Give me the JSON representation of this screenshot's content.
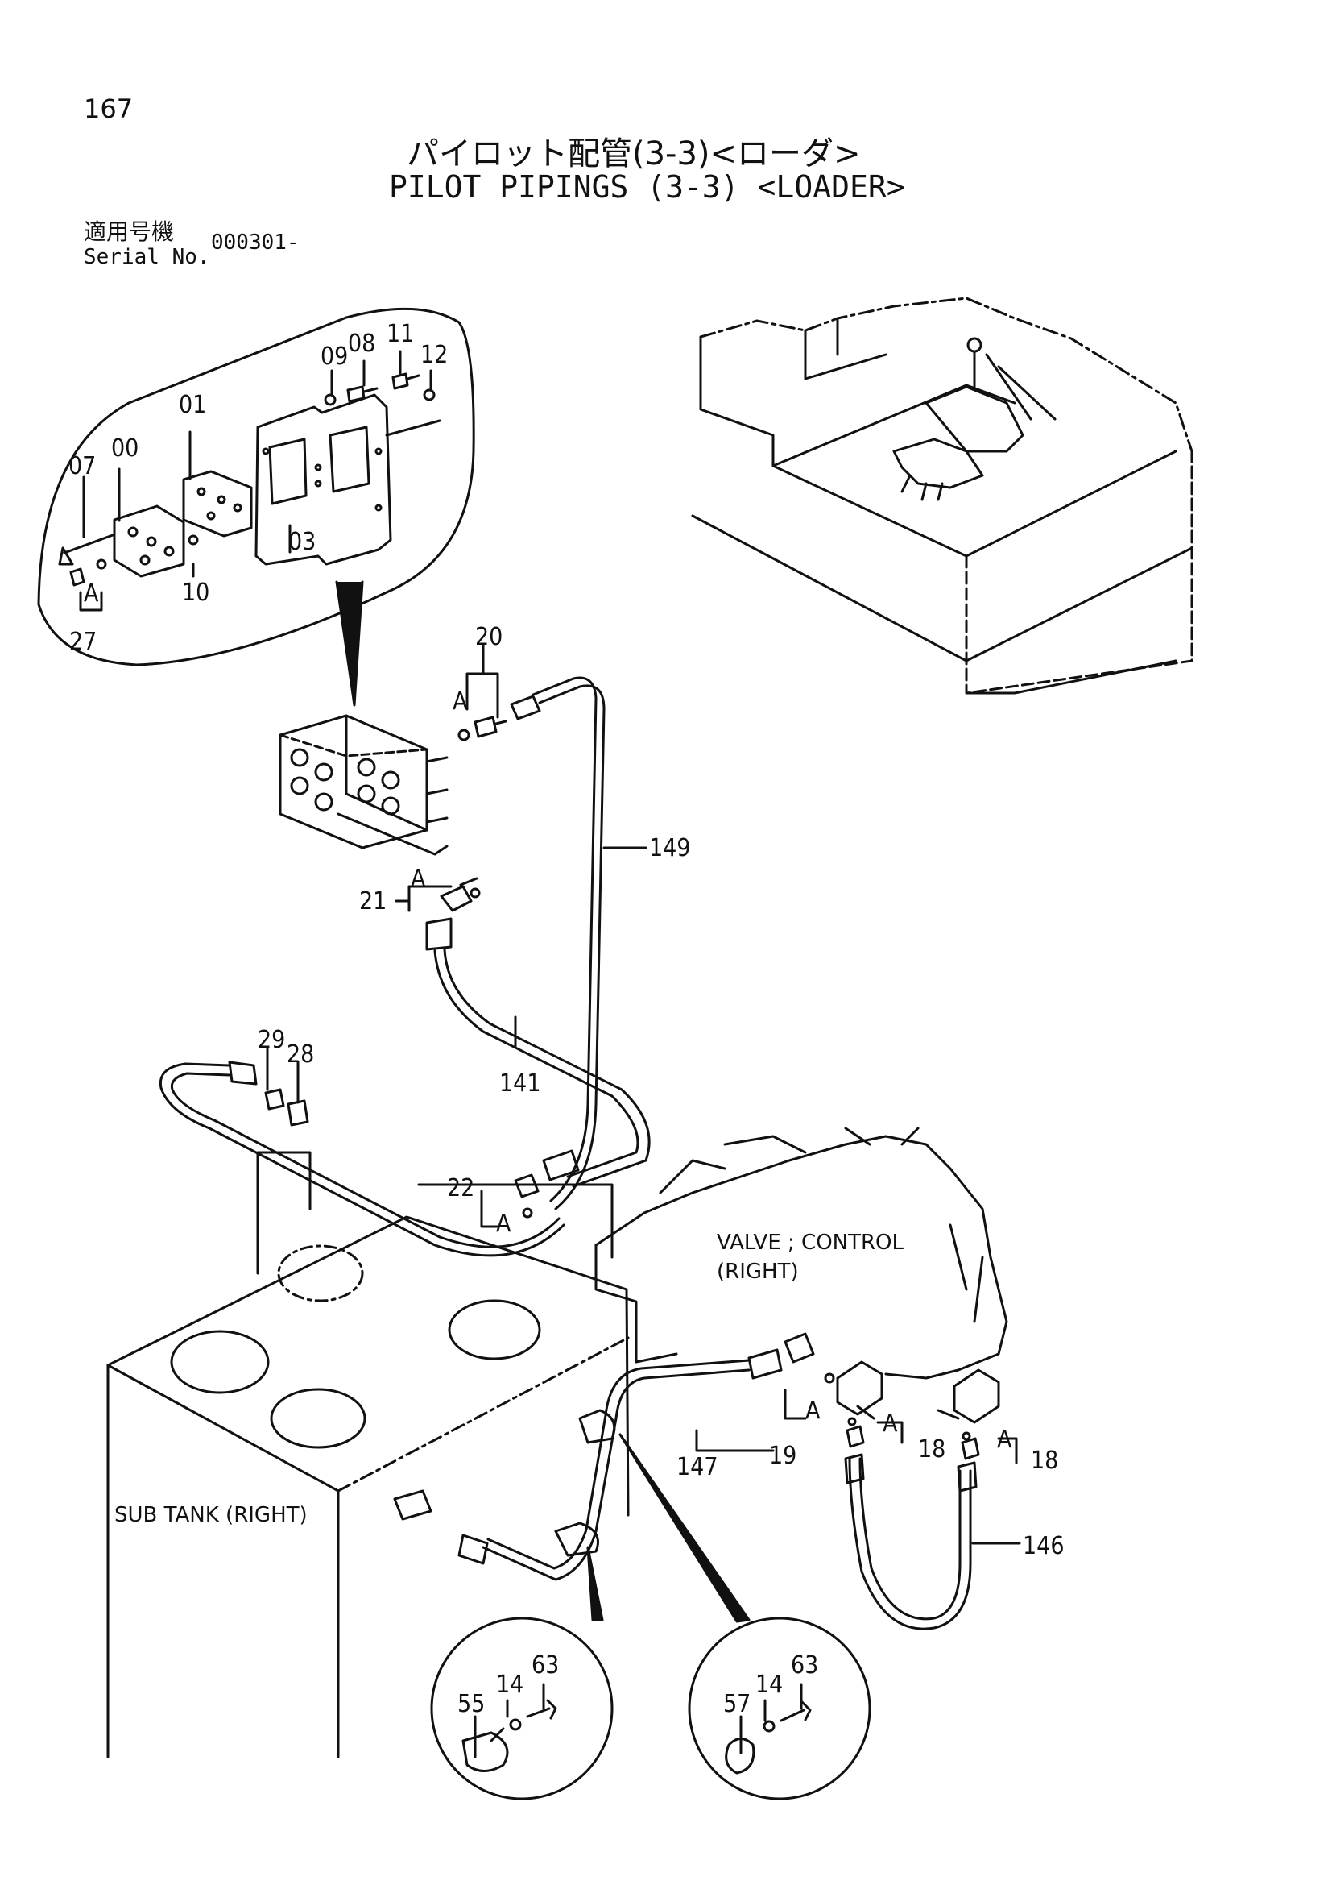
{
  "header": {
    "page_number": "167",
    "title_jp": "パイロット配管(3-3)<ローダ>",
    "title_en": "PILOT PIPINGS (3-3) <LOADER>",
    "serial_label_jp": "適用号機",
    "serial_label_en": "Serial No.",
    "serial_value": "000301-"
  },
  "labels": {
    "valve": "VALVE ; CONTROL",
    "valve_side": "(RIGHT)",
    "tank": "SUB TANK (RIGHT)"
  },
  "parts": {
    "p00": "00",
    "p01": "01",
    "p03": "03",
    "p07": "07",
    "p08": "08",
    "p09": "09",
    "p10": "10",
    "p11": "11",
    "p12": "12",
    "p27": "27",
    "p20": "20",
    "p21": "21",
    "p22": "22",
    "p28": "28",
    "p29": "29",
    "p18a": "18",
    "p18b": "18",
    "p19": "19",
    "p141": "141",
    "p146": "146",
    "p147": "147",
    "p149": "149",
    "p55": "55",
    "p14a": "14",
    "p63a": "63",
    "p57": "57",
    "p14b": "14",
    "p63b": "63"
  },
  "callout_letter": "A"
}
